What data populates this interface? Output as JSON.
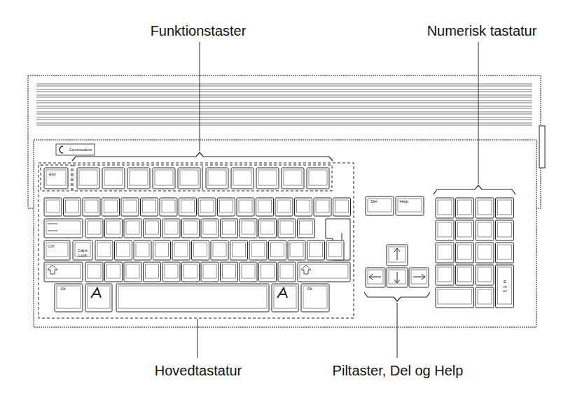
{
  "diagram": {
    "labels": [
      "Funktionstaster",
      "Numerisk tastatur",
      "Hovedtastatur",
      "Piltaster, Del og Help",
      "Commodore",
      "Esc",
      "Del",
      "Help",
      "Ctrl",
      "Caps Lock",
      "Alt",
      "Alt",
      "Enter"
    ]
  }
}
